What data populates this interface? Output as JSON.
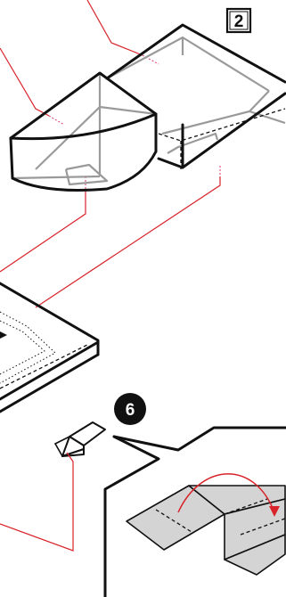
{
  "steps": [
    {
      "number": "2",
      "style": "boxed"
    },
    {
      "number": "6",
      "style": "circled"
    }
  ],
  "colors": {
    "outline": "#111111",
    "hidden_edge": "#9a9a9a",
    "callout_line": "#d8232a",
    "panel_fill": "#d4d4d4",
    "step_circle": "#111111"
  },
  "icons": [
    "curved-fold-arrow-icon"
  ]
}
